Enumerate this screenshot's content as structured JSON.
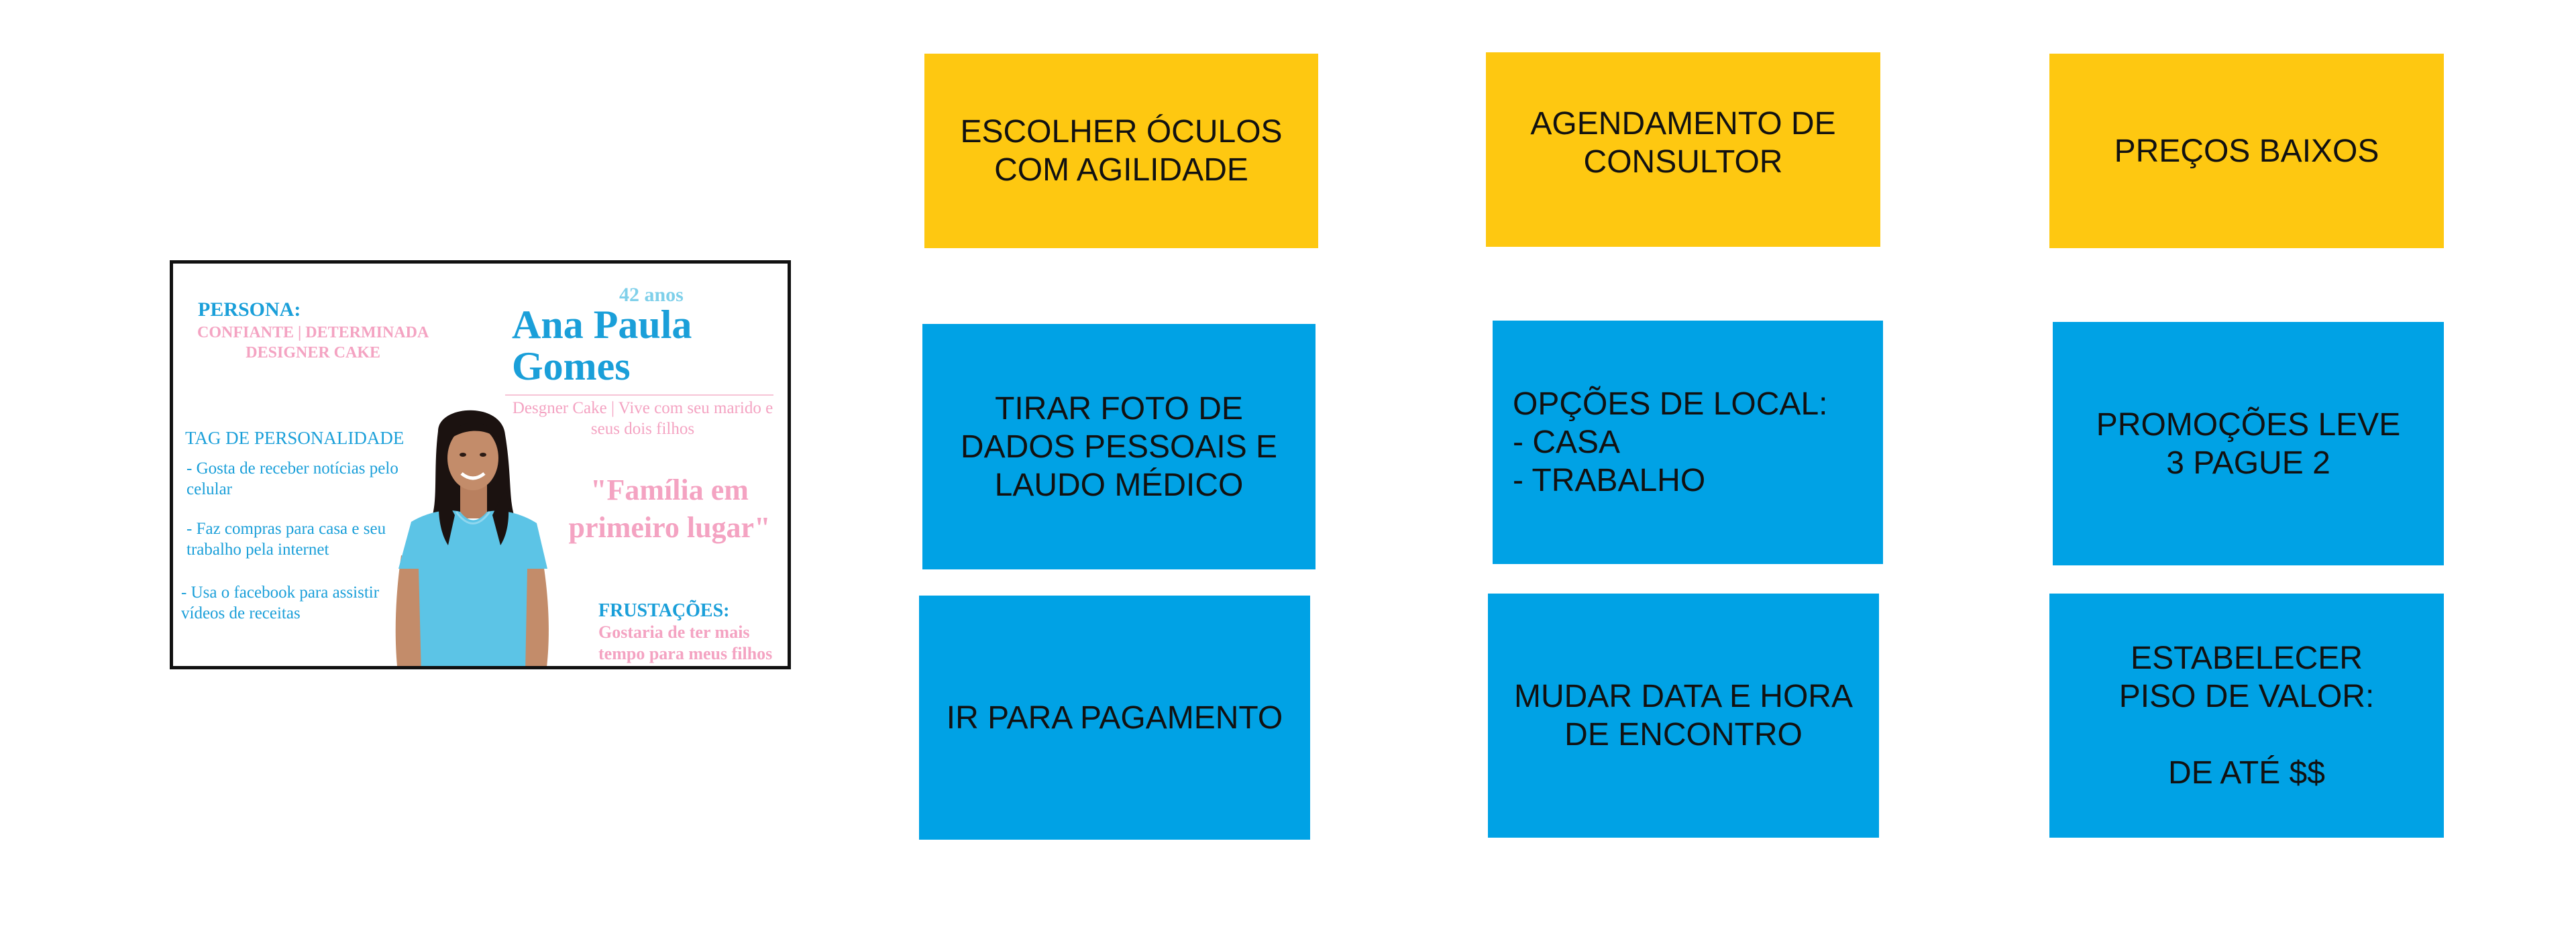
{
  "persona_card": {
    "persona_label": "PERSONA:",
    "persona_traits": "CONFIANTE |  DETERMINADA\nDESIGNER CAKE",
    "age": "42 anos",
    "name": "Ana Paula Gomes",
    "occupation": "Desgner Cake | Vive com seu marido e seus dois filhos",
    "tag_label": "TAG DE PERSONALIDADE",
    "tags": [
      "- Gosta de receber notícias pelo celular",
      "- Faz compras para casa e seu trabalho pela internet",
      "- Usa o facebook para assistir vídeos de receitas"
    ],
    "quote": "\"Família em primeiro lugar\"",
    "frustrations_label": "FRUSTAÇÕES:",
    "frustrations_text": "Gostaria de ter mais tempo para meus filhos"
  },
  "notes": [
    {
      "text": "ESCOLHER ÓCULOS\nCOM AGILIDADE",
      "color": "#fec811"
    },
    {
      "text": "AGENDAMENTO DE\n  CONSULTOR",
      "color": "#fec811"
    },
    {
      "text": "PREÇOS BAIXOS",
      "color": "#fec811"
    },
    {
      "text": "TIRAR FOTO DE\nDADOS PESSOAIS E\nLAUDO MÉDICO",
      "color": "#00a2e5"
    },
    {
      "text": "     OPÇÕES DE LOCAL:\n- CASA\n- TRABALHO",
      "color": "#00a2e5"
    },
    {
      "text": "PROMOÇÕES LEVE\n3 PAGUE 2",
      "color": "#00a2e5"
    },
    {
      "text": "IR PARA PAGAMENTO",
      "color": "#00a2e5"
    },
    {
      "text": "MUDAR DATA E HORA\nDE ENCONTRO",
      "color": "#00a2e5"
    },
    {
      "text": "ESTABELECER\nPISO DE VALOR:\n\nDE ATÉ $$",
      "color": "#00a2e5"
    }
  ],
  "colors": {
    "yellow_note": "#fec811",
    "blue_note": "#00a2e5",
    "persona_blue": "#1a9fd9",
    "persona_pink": "#f4a3c2"
  }
}
